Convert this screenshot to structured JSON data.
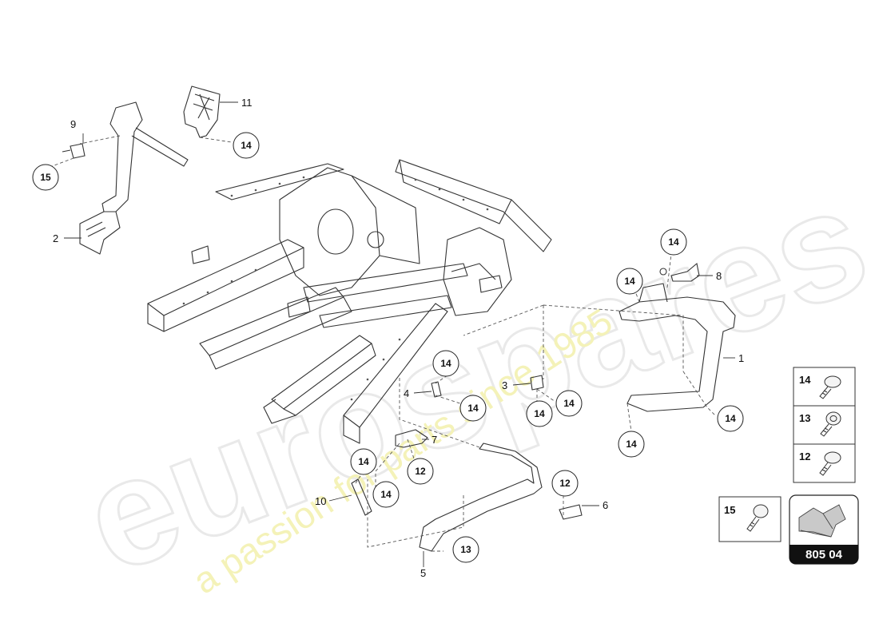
{
  "watermark": {
    "brand": "eurospares",
    "tagline": "a passion for parts since 1985"
  },
  "callouts": {
    "c14": "14",
    "c15": "15",
    "c12": "12",
    "c13": "13"
  },
  "labels": {
    "l1": "1",
    "l2": "2",
    "l3": "3",
    "l4": "4",
    "l5": "5",
    "l6": "6",
    "l7": "7",
    "l8": "8",
    "l9": "9",
    "l10": "10",
    "l11": "11"
  },
  "legend": {
    "items": [
      {
        "number": "14",
        "icon": "flat-head-bolt-icon"
      },
      {
        "number": "13",
        "icon": "flange-bolt-icon"
      },
      {
        "number": "12",
        "icon": "round-head-bolt-icon"
      }
    ],
    "single": {
      "number": "15",
      "icon": "button-head-bolt-icon"
    }
  },
  "diagram_code": "805 04",
  "colors": {
    "line": "#333333",
    "watermark_outline": "#e9e9e9",
    "watermark_text": "#f4f2b8",
    "badge": "#111111"
  }
}
